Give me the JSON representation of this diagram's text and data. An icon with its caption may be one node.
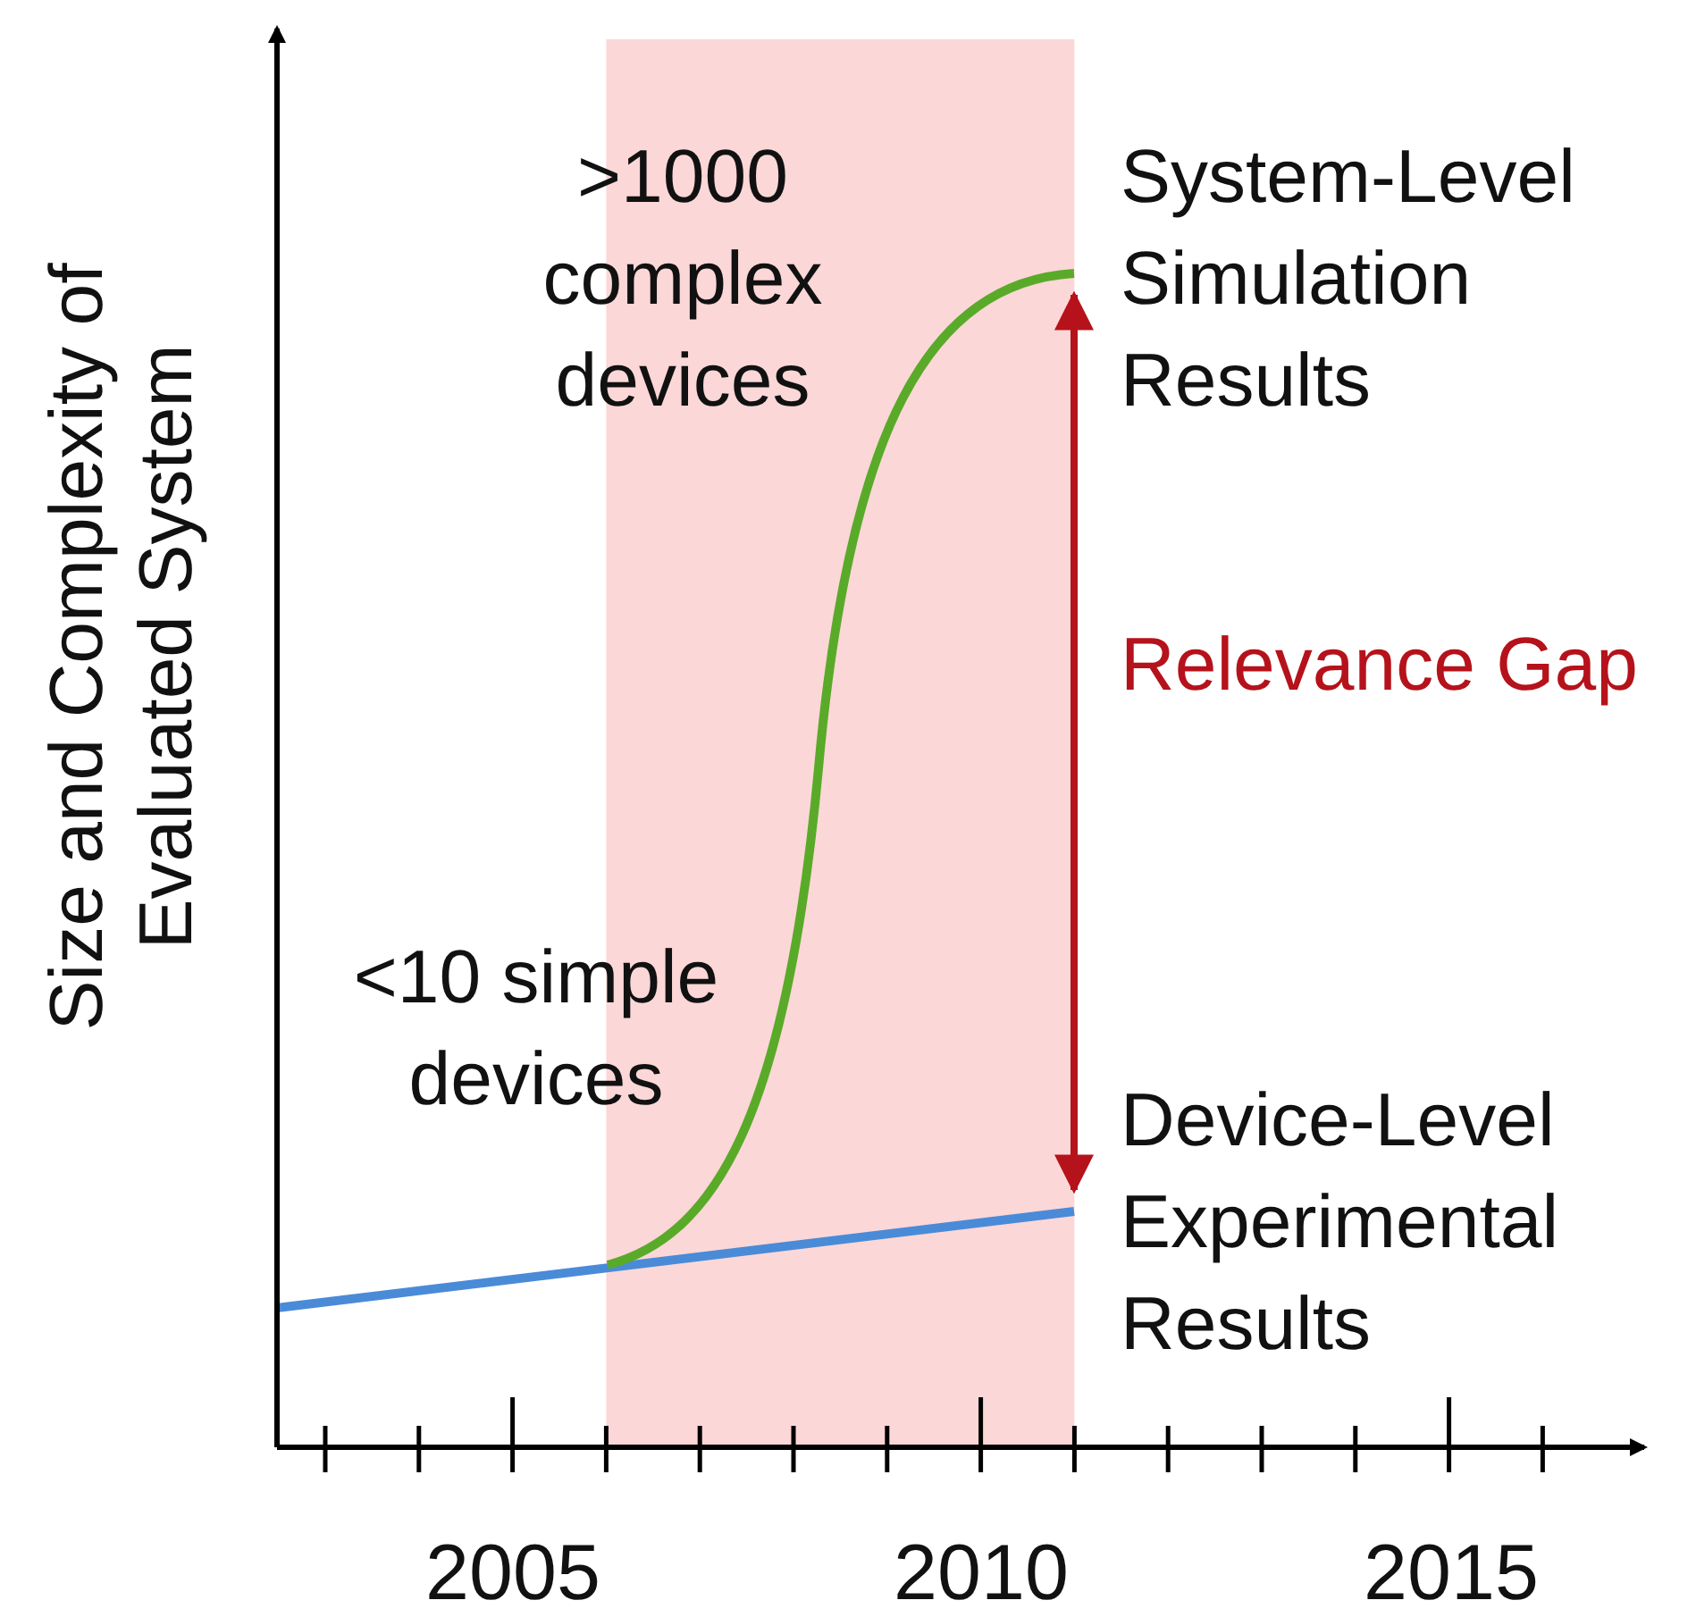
{
  "diagram": {
    "labels": [
      "Size and Complexity of Evaluated System",
      ">1000 complex devices",
      "System-Level Simulation Results",
      "Relevance Gap",
      "<10 simple devices",
      "Device-Level Experimental Results",
      "2005",
      "2010",
      "2015"
    ]
  }
}
